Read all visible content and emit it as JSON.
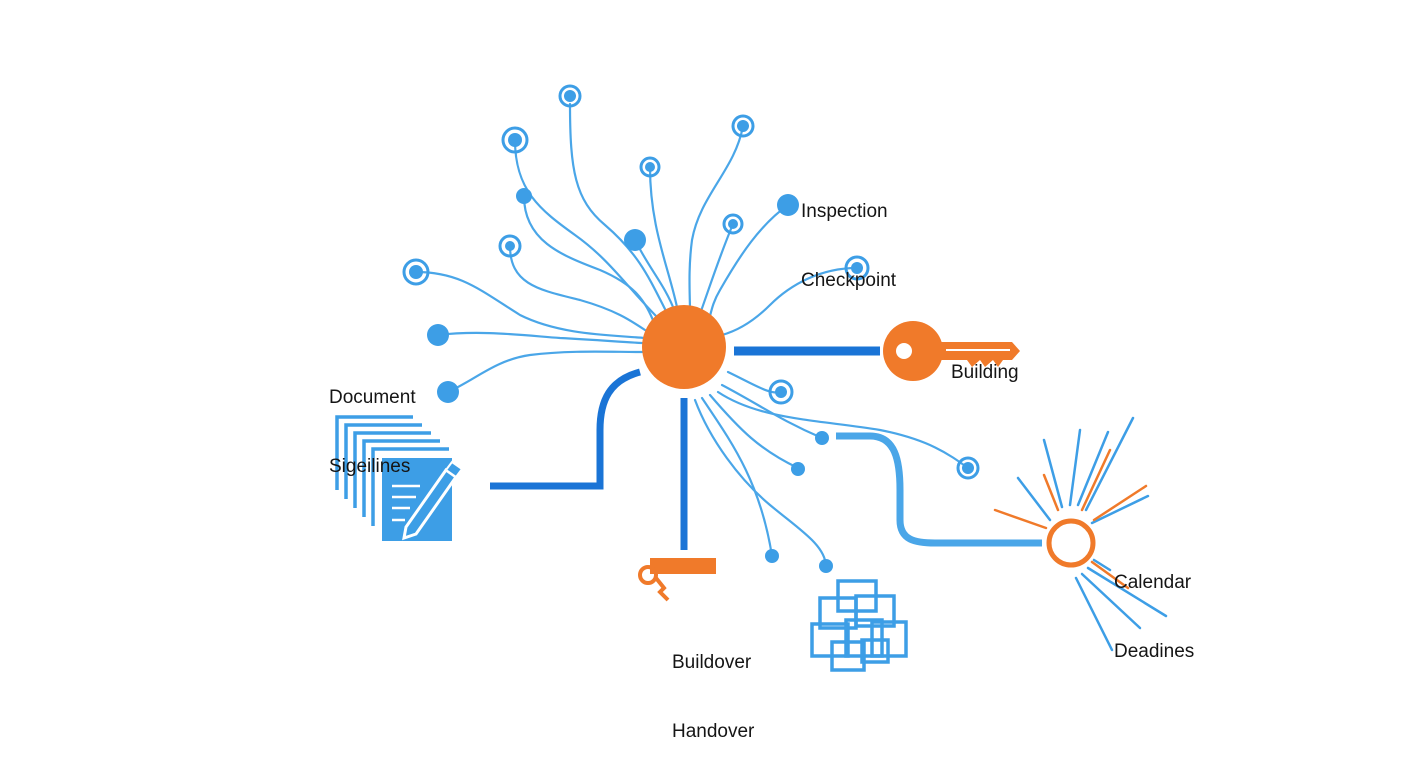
{
  "labels": {
    "inspection": [
      "Inspection",
      "Checkpoint"
    ],
    "building": [
      "Building"
    ],
    "document": [
      "Document",
      "Sigeilines"
    ],
    "calendar": [
      "Calendar",
      "Deadines"
    ],
    "handover": [
      "Buildover",
      "Handover"
    ]
  },
  "colors": {
    "orange": "#f07a2a",
    "blue_dark": "#1a74d6",
    "blue_light": "#4aa6e8",
    "blue_node": "#3d9ee6",
    "text": "#151515"
  },
  "icons": {
    "center": "hub-node",
    "key": "key-icon",
    "documents": "document-stack-icon",
    "sun": "sunburst-icon",
    "handover_key": "small-key-icon",
    "network": "network-blocks-icon"
  }
}
